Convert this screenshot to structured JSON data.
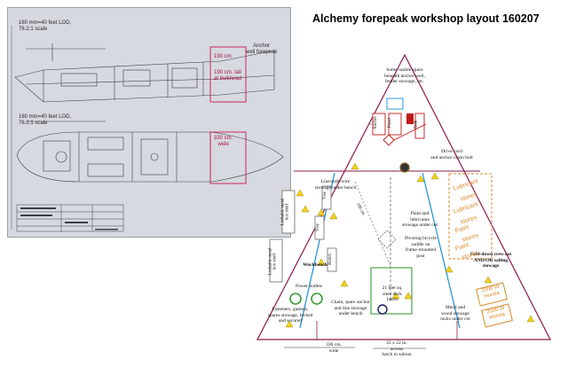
{
  "title": "Alchemy forepeak workshop layout 160207",
  "blueprint": {
    "scale_note_top": "160 mm=40 feet LOD,\n76.2:1 scale",
    "scale_note_bottom": "160 mm=40 feet LOD,\n76.2:1 scale",
    "anchor_note": "Anchor\nwell forepeak",
    "dim_190": "190 cm",
    "dim_190_tall": "190 cm. tall\nat bulkhead",
    "dim_330": "330 cm.\nwide"
  },
  "diagram": {
    "notes": {
      "top": "Some usable space\nbeneath anchor well,\nfender stowage, etc.",
      "drive_cord": "Drive cord\nand anchor chain bolt",
      "line_stowage": "Line/rode/wire\nstowage under bench",
      "paint_lubricants": "Paint and\nlubricants\nstowage under cot",
      "bicycle": "Pivoting bicycle\nsaddle on\nframe-mounted\npost",
      "fold_down": "Fold-down crew cot\nAND/OR sailing\nstowage",
      "workbench": "Workbench",
      "power_outlets": "Power outlets",
      "fasteners": "Fasteners, gaskets,\nspares stowage, locked\nand secured",
      "chain": "Chain, spare anchor\nand line stowage\nunder bench",
      "fuel_deck": "21 feet sq.\nsteel deck\nhatch",
      "metal_wood": "Metal and\nwood stowage\nracks under cot",
      "width_330": "330 cm.\nwide",
      "hatch_size": "22 x 22 in.\naccess\nhatch to saloon",
      "dim_180": "180 cm."
    },
    "boxes": {
      "lockable_1": "Lockable metal\nbox shelf",
      "lockable_2": "Lockable metal\nbox shelf",
      "vise_1": "Vise",
      "vise_2": "Vise",
      "bench_saw": "Bench",
      "generator_1": "2000 W\nHonda",
      "generator_2": "2000 W\nHonda",
      "tool_1": "Anchor",
      "tool_2": "Panel",
      "tool_3": "Tank"
    },
    "orange_labels": [
      "Lubricant",
      "stores",
      "Lubricant",
      "stores",
      "Paint",
      "stores",
      "Paint",
      "stores"
    ],
    "colors": {
      "frame": "#8a1a4a",
      "blue": "#1a8fd6",
      "green": "#3a9a3a",
      "red": "#c01818",
      "orange": "#d98a2b",
      "yellow": "#f2d21a"
    }
  }
}
